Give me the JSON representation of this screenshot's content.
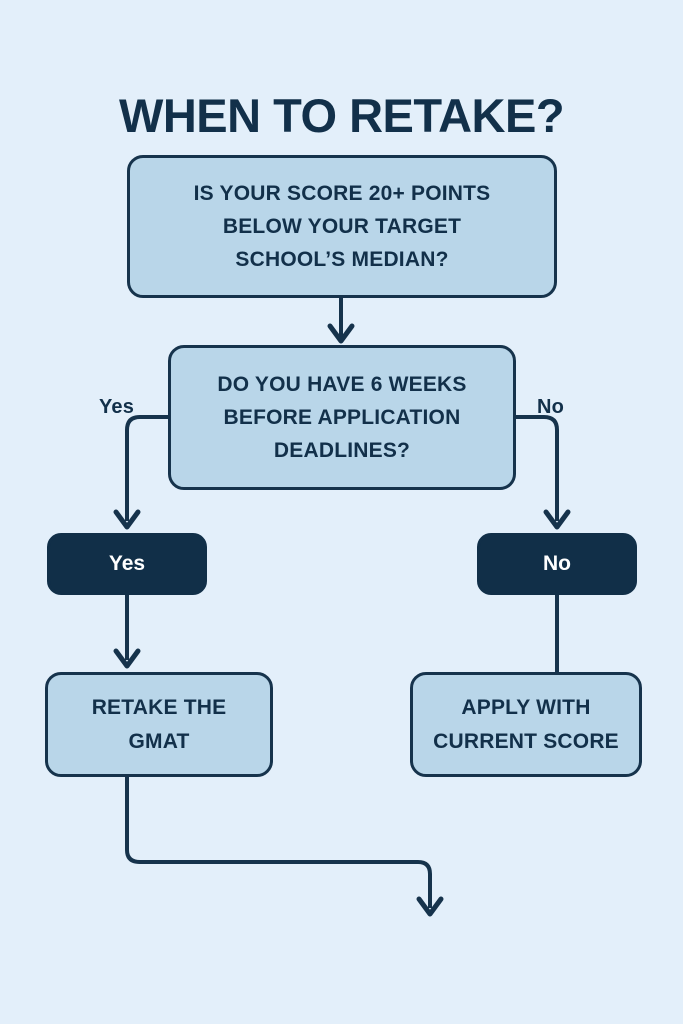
{
  "title": "WHEN TO RETAKE?",
  "theme": {
    "background": "#e3effa",
    "box_fill": "#b9d6e9",
    "stroke": "#16334c",
    "pill_fill": "#112f48",
    "pill_text": "#ffffff",
    "text": "#12304a"
  },
  "chart_data": {
    "type": "diagram",
    "title": "WHEN TO RETAKE?",
    "nodes": [
      {
        "id": "decision-1",
        "shape": "rounded-rect",
        "style": "decision",
        "text": "IS YOUR SCORE 20+ POINTS BELOW YOUR TARGET SCHOOL’S MEDIAN?"
      },
      {
        "id": "decision-2",
        "shape": "rounded-rect",
        "style": "decision",
        "text": "DO YOU HAVE 6 WEEKS BEFORE APPLICATION DEADLINES?"
      },
      {
        "id": "pill-yes",
        "shape": "pill",
        "style": "dark",
        "text": "Yes"
      },
      {
        "id": "pill-no",
        "shape": "pill",
        "style": "dark",
        "text": "No"
      },
      {
        "id": "outcome-retake",
        "shape": "rounded-rect",
        "style": "outcome",
        "text": "RETAKE THE GMAT"
      },
      {
        "id": "outcome-apply",
        "shape": "rounded-rect",
        "style": "outcome",
        "text": "APPLY WITH CURRENT SCORE"
      }
    ],
    "edges": [
      {
        "from": "decision-1",
        "to": "decision-2",
        "label": "",
        "arrow": true
      },
      {
        "from": "decision-2",
        "to": "pill-yes",
        "label": "Yes",
        "arrow": true
      },
      {
        "from": "decision-2",
        "to": "pill-no",
        "label": "No",
        "arrow": true
      },
      {
        "from": "pill-yes",
        "to": "outcome-retake",
        "label": "",
        "arrow": true
      },
      {
        "from": "pill-no",
        "to": "outcome-apply",
        "label": "",
        "arrow": false
      },
      {
        "from": "outcome-retake",
        "to": "continue",
        "label": "",
        "arrow": true
      }
    ]
  },
  "nodes": {
    "decision_1": {
      "line1": "IS YOUR SCORE 20+ POINTS",
      "line2": "BELOW YOUR TARGET",
      "line3": "SCHOOL’S MEDIAN?",
      "text": "IS YOUR SCORE 20+ POINTS\nBELOW YOUR TARGET\nSCHOOL’S MEDIAN?"
    },
    "decision_2": {
      "line1": "DO YOU HAVE 6 WEEKS",
      "line2": "BEFORE APPLICATION",
      "line3": "DEADLINES?",
      "text": "DO YOU HAVE 6 WEEKS\nBEFORE APPLICATION\nDEADLINES?"
    },
    "pill_yes": {
      "text": "Yes"
    },
    "pill_no": {
      "text": "No"
    },
    "outcome_retake": {
      "line1": "RETAKE THE",
      "line2": "GMAT",
      "text": "RETAKE THE\nGMAT"
    },
    "outcome_apply": {
      "line1": "APPLY WITH",
      "line2": "CURRENT SCORE",
      "text": "APPLY WITH\nCURRENT SCORE"
    }
  },
  "labels": {
    "yes": "Yes",
    "no": "No"
  }
}
